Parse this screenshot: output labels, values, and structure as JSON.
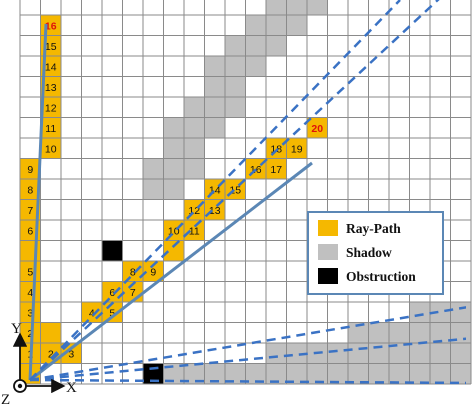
{
  "colors": {
    "ray_path": "#f5b800",
    "shadow": "#c0c0c0",
    "obstruction": "#000000",
    "grid_line": "#8a8a8a",
    "ray": "#5b87b5",
    "dashed": "#3a72c4",
    "end_label": "#e0140a",
    "axis": "#111111"
  },
  "grid": {
    "cols": 22,
    "rows": 19
  },
  "ray_cells": [
    {
      "c": 0,
      "r": 0,
      "label": ""
    },
    {
      "c": 0,
      "r": 1,
      "label": "1"
    },
    {
      "c": 1,
      "r": 1,
      "label": "2"
    },
    {
      "c": 2,
      "r": 1,
      "label": "3"
    },
    {
      "c": 0,
      "r": 2,
      "label": "2"
    },
    {
      "c": 1,
      "r": 2,
      "label": ""
    },
    {
      "c": 0,
      "r": 3,
      "label": "3"
    },
    {
      "c": 3,
      "r": 3,
      "label": "4"
    },
    {
      "c": 4,
      "r": 3,
      "label": "5"
    },
    {
      "c": 0,
      "r": 4,
      "label": "4"
    },
    {
      "c": 4,
      "r": 4,
      "label": "6"
    },
    {
      "c": 5,
      "r": 4,
      "label": "7"
    },
    {
      "c": 0,
      "r": 5,
      "label": "5"
    },
    {
      "c": 5,
      "r": 5,
      "label": "8"
    },
    {
      "c": 6,
      "r": 5,
      "label": "9"
    },
    {
      "c": 0,
      "r": 6,
      "label": ""
    },
    {
      "c": 7,
      "r": 6,
      "label": ""
    },
    {
      "c": 0,
      "r": 7,
      "label": "6"
    },
    {
      "c": 7,
      "r": 7,
      "label": "10"
    },
    {
      "c": 8,
      "r": 7,
      "label": "11"
    },
    {
      "c": 0,
      "r": 8,
      "label": "7"
    },
    {
      "c": 8,
      "r": 8,
      "label": "12"
    },
    {
      "c": 9,
      "r": 8,
      "label": "13"
    },
    {
      "c": 0,
      "r": 9,
      "label": "8"
    },
    {
      "c": 9,
      "r": 9,
      "label": "14"
    },
    {
      "c": 10,
      "r": 9,
      "label": "15"
    },
    {
      "c": 0,
      "r": 10,
      "label": "9"
    },
    {
      "c": 11,
      "r": 10,
      "label": "16"
    },
    {
      "c": 12,
      "r": 10,
      "label": "17"
    },
    {
      "c": 12,
      "r": 11,
      "label": "18"
    },
    {
      "c": 13,
      "r": 11,
      "label": "19"
    },
    {
      "c": 1,
      "r": 11,
      "label": "10"
    },
    {
      "c": 1,
      "r": 12,
      "label": "11"
    },
    {
      "c": 1,
      "r": 13,
      "label": "12"
    },
    {
      "c": 1,
      "r": 14,
      "label": "13"
    },
    {
      "c": 1,
      "r": 15,
      "label": "14"
    },
    {
      "c": 1,
      "r": 16,
      "label": "15"
    },
    {
      "c": 14,
      "r": 12,
      "label": "20"
    },
    {
      "c": 1,
      "r": 17,
      "label": "16"
    }
  ],
  "end_labels": [
    "16",
    "20"
  ],
  "shadow_cells": [
    [
      6,
      9
    ],
    [
      7,
      9
    ],
    [
      6,
      10
    ],
    [
      7,
      10
    ],
    [
      8,
      10
    ],
    [
      7,
      11
    ],
    [
      8,
      11
    ],
    [
      7,
      12
    ],
    [
      8,
      12
    ],
    [
      9,
      12
    ],
    [
      8,
      13
    ],
    [
      9,
      13
    ],
    [
      10,
      13
    ],
    [
      9,
      14
    ],
    [
      10,
      14
    ],
    [
      9,
      15
    ],
    [
      10,
      15
    ],
    [
      11,
      15
    ],
    [
      10,
      16
    ],
    [
      11,
      16
    ],
    [
      12,
      16
    ],
    [
      11,
      17
    ],
    [
      12,
      17
    ],
    [
      13,
      17
    ],
    [
      12,
      18
    ],
    [
      13,
      18
    ],
    [
      14,
      18
    ],
    [
      7,
      0
    ],
    [
      8,
      0
    ],
    [
      9,
      0
    ],
    [
      10,
      0
    ],
    [
      11,
      0
    ],
    [
      12,
      0
    ],
    [
      13,
      0
    ],
    [
      14,
      0
    ],
    [
      15,
      0
    ],
    [
      16,
      0
    ],
    [
      17,
      0
    ],
    [
      18,
      0
    ],
    [
      19,
      0
    ],
    [
      20,
      0
    ],
    [
      21,
      0
    ],
    [
      12,
      1
    ],
    [
      13,
      1
    ],
    [
      14,
      1
    ],
    [
      15,
      1
    ],
    [
      16,
      1
    ],
    [
      17,
      1
    ],
    [
      18,
      1
    ],
    [
      19,
      1
    ],
    [
      20,
      1
    ],
    [
      21,
      1
    ],
    [
      16,
      2
    ],
    [
      17,
      2
    ],
    [
      18,
      2
    ],
    [
      19,
      2
    ],
    [
      20,
      2
    ],
    [
      21,
      2
    ],
    [
      19,
      3
    ],
    [
      20,
      3
    ],
    [
      21,
      3
    ]
  ],
  "obstruction_cells": [
    [
      4,
      6
    ],
    [
      6,
      0
    ]
  ],
  "axes": {
    "x_label": "X",
    "y_label": "Y",
    "z_label": "Z"
  },
  "legend": {
    "items": [
      {
        "key": "ray_path",
        "label": "Ray-Path"
      },
      {
        "key": "shadow",
        "label": "Shadow"
      },
      {
        "key": "obstruction",
        "label": "Obstruction"
      }
    ]
  }
}
